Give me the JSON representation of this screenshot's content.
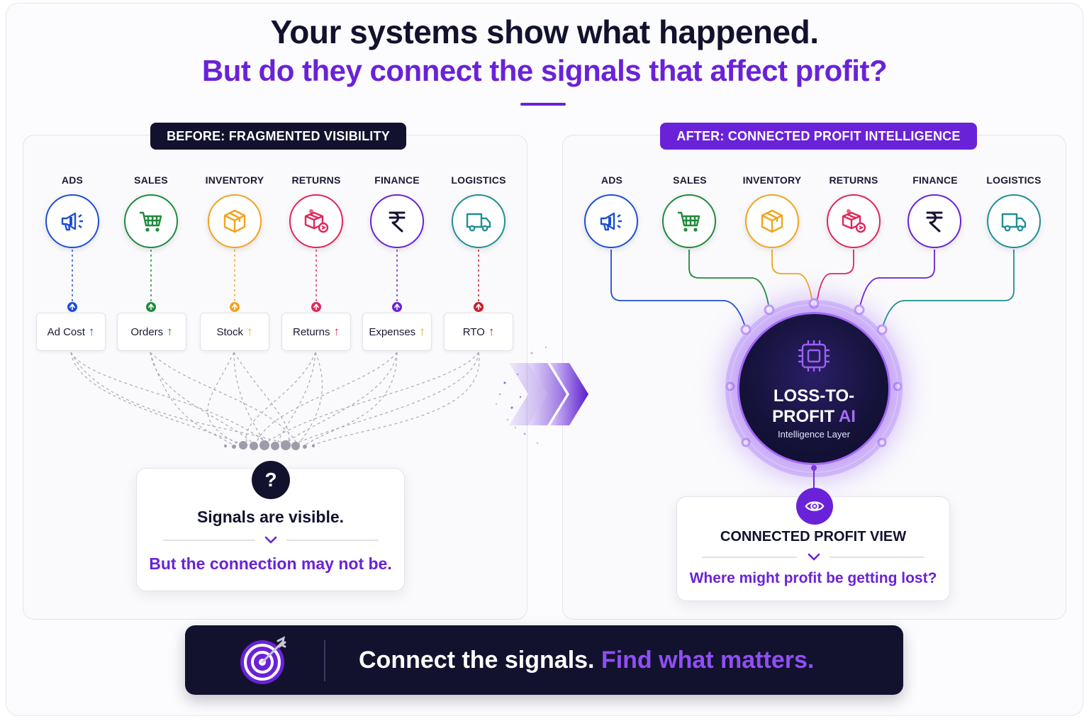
{
  "header": {
    "title": "Your systems show what happened.",
    "subtitle": "But do they connect the signals that affect profit?"
  },
  "before": {
    "label": "BEFORE: FRAGMENTED VISIBILITY",
    "categories": [
      "ADS",
      "SALES",
      "INVENTORY",
      "RETURNS",
      "FINANCE",
      "LOGISTICS"
    ],
    "metrics": [
      {
        "label": "Ad Cost",
        "arrow": "↑"
      },
      {
        "label": "Orders",
        "arrow": "↑"
      },
      {
        "label": "Stock",
        "arrow": "↑"
      },
      {
        "label": "Returns",
        "arrow": "↑"
      },
      {
        "label": "Expenses",
        "arrow": "↑"
      },
      {
        "label": "RTO",
        "arrow": "↑"
      }
    ],
    "question_mark": "?",
    "card_title": "Signals are visible.",
    "card_subtitle": "But the connection may not be."
  },
  "after": {
    "label": "AFTER: CONNECTED PROFIT INTELLIGENCE",
    "categories": [
      "ADS",
      "SALES",
      "INVENTORY",
      "RETURNS",
      "FINANCE",
      "LOGISTICS"
    ],
    "core_title_line1": "LOSS-TO-",
    "core_title_line2": "PROFIT",
    "core_title_ai": "AI",
    "core_subtitle": "Intelligence Layer",
    "card_title": "CONNECTED PROFIT VIEW",
    "card_subtitle": "Where might profit be getting lost?"
  },
  "banner": {
    "text_main": "Connect the signals.",
    "text_accent": "Find what matters."
  },
  "colors": {
    "ads": "#1d4fd6",
    "sales": "#1f8a3c",
    "inventory": "#f2a41c",
    "returns": "#e3245a",
    "finance": "#6a22d8",
    "logistics": "#1f8f95",
    "rto": "#c62026",
    "accent": "#6a22d8",
    "navy": "#12122e"
  },
  "icons": [
    "megaphone-icon",
    "cart-icon",
    "box-icon",
    "return-box-icon",
    "rupee-icon",
    "truck-icon",
    "question-icon",
    "chip-icon",
    "eye-icon",
    "target-icon",
    "chevron-right-icon"
  ]
}
